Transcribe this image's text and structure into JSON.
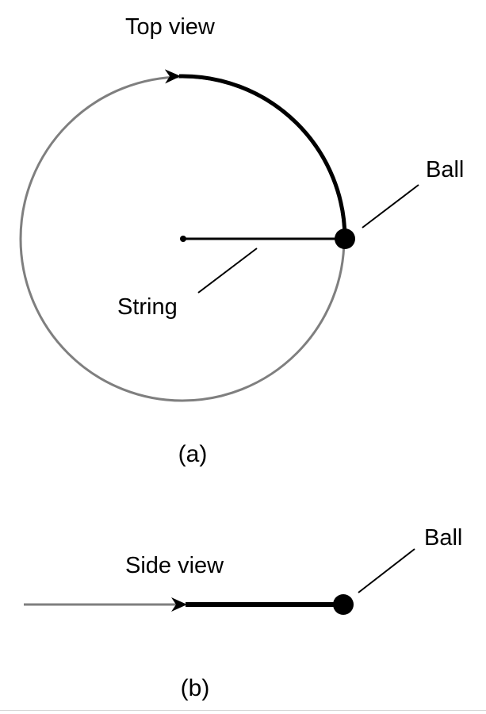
{
  "panel_a": {
    "title": "Top view",
    "ball_label": "Ball",
    "string_label": "String",
    "caption": "(a)"
  },
  "panel_b": {
    "title": "Side view",
    "ball_label": "Ball",
    "caption": "(b)"
  },
  "colors": {
    "path": "#7f7f7f",
    "motion": "#000000",
    "ball": "#000000",
    "text": "#000000"
  }
}
